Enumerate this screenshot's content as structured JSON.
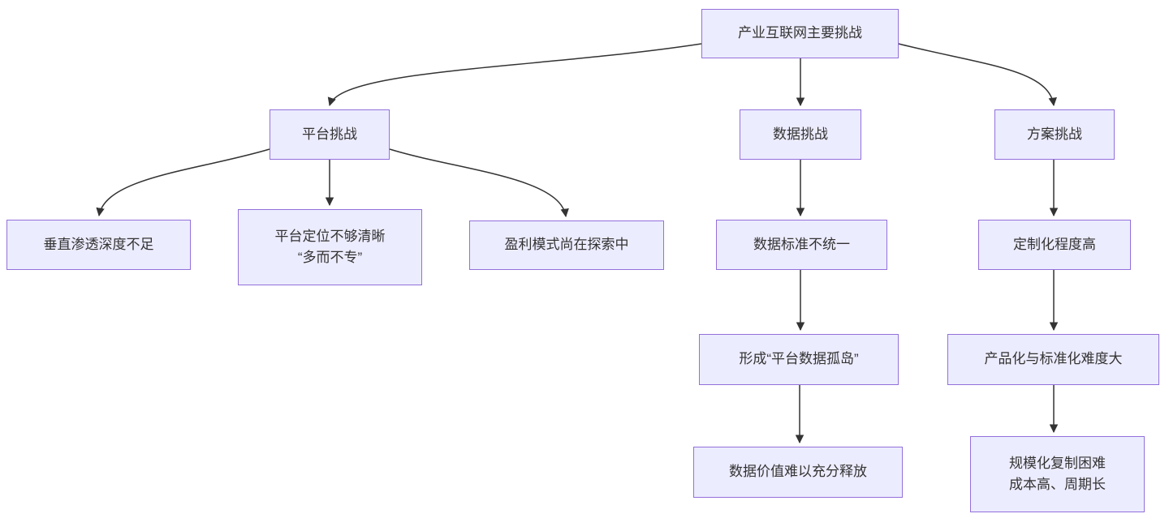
{
  "diagram": {
    "title": "产业互联网主要挑战",
    "colors": {
      "node_fill": "#ECECFF",
      "node_border": "#9370DB",
      "edge_color": "#333333",
      "text_color": "#333333",
      "bg_color": "#FFFFFF"
    },
    "nodes": {
      "root": {
        "label": "产业互联网主要挑战"
      },
      "platform": {
        "label": "平台挑战"
      },
      "data": {
        "label": "数据挑战"
      },
      "solution": {
        "label": "方案挑战"
      },
      "vertical": {
        "label": "垂直渗透深度不足"
      },
      "positioning": {
        "line1": "平台定位不够清晰",
        "line2": "“多而不专”"
      },
      "profit": {
        "label": "盈利模式尚在探索中"
      },
      "standard": {
        "label": "数据标准不统一"
      },
      "island": {
        "label": "形成“平台数据孤岛”"
      },
      "value": {
        "label": "数据价值难以充分释放"
      },
      "custom": {
        "label": "定制化程度高"
      },
      "productize": {
        "label": "产品化与标准化难度大"
      },
      "scale": {
        "line1": "规模化复制困难",
        "line2": "成本高、周期长"
      }
    },
    "edges": [
      {
        "from": "root",
        "to": "platform"
      },
      {
        "from": "root",
        "to": "data"
      },
      {
        "from": "root",
        "to": "solution"
      },
      {
        "from": "platform",
        "to": "vertical"
      },
      {
        "from": "platform",
        "to": "positioning"
      },
      {
        "from": "platform",
        "to": "profit"
      },
      {
        "from": "data",
        "to": "standard"
      },
      {
        "from": "standard",
        "to": "island"
      },
      {
        "from": "island",
        "to": "value"
      },
      {
        "from": "solution",
        "to": "custom"
      },
      {
        "from": "custom",
        "to": "productize"
      },
      {
        "from": "productize",
        "to": "scale"
      }
    ]
  }
}
